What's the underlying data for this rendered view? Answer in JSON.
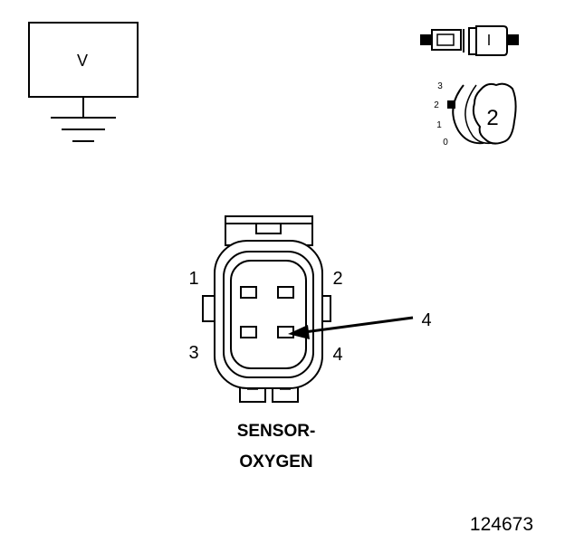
{
  "meter": {
    "mode_label": "V"
  },
  "selector": {
    "scale_numbers": [
      "3",
      "2",
      "1",
      "0"
    ],
    "position_number": "2"
  },
  "connector": {
    "pin_labels": [
      "1",
      "2",
      "3",
      "4"
    ],
    "callout_number": "4",
    "name_line1": "SENSOR-",
    "name_line2": "OXYGEN"
  },
  "figure_id": "124673"
}
